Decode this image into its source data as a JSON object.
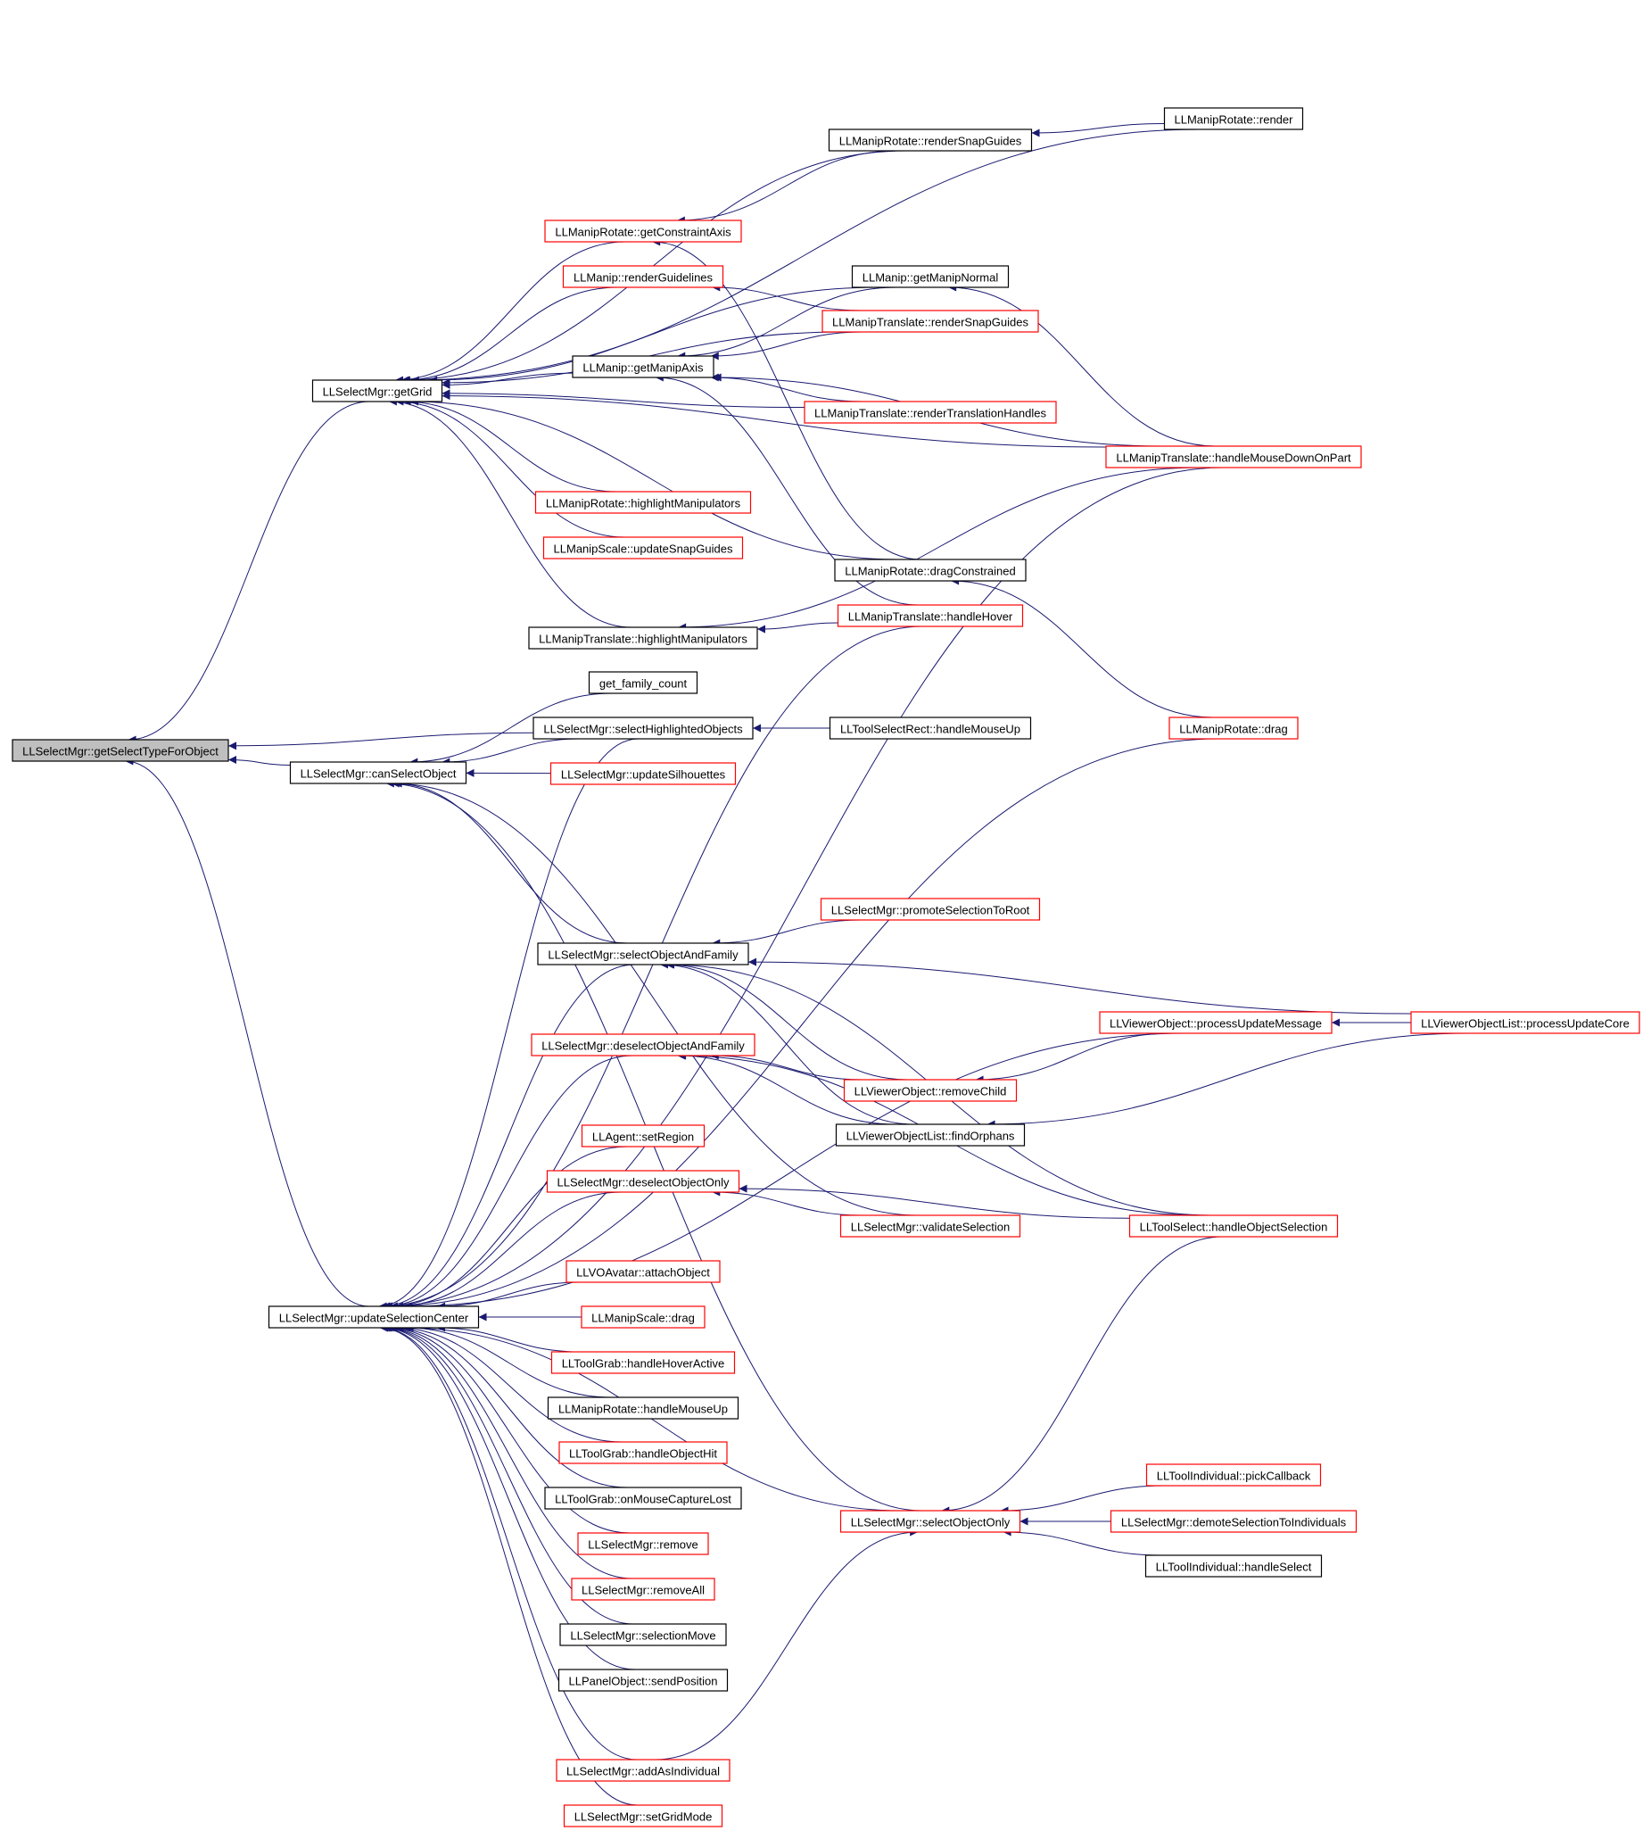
{
  "colors": {
    "edge": "#191970",
    "node_border_default": "#000000",
    "node_border_truncated": "#ff0000",
    "node_fill": "#ffffff",
    "root_fill": "#bfbfbf"
  },
  "nodes": [
    {
      "id": "root",
      "label": "LLSelectMgr::getSelectTypeForObject",
      "style": "root"
    },
    {
      "id": "getGrid",
      "label": "LLSelectMgr::getGrid",
      "style": "default"
    },
    {
      "id": "canSelectObject",
      "label": "LLSelectMgr::canSelectObject",
      "style": "default"
    },
    {
      "id": "updateSelectionCenter",
      "label": "LLSelectMgr::updateSelectionCenter",
      "style": "default"
    },
    {
      "id": "renderSnapGuidesRot",
      "label": "LLManipRotate::renderSnapGuides",
      "style": "default"
    },
    {
      "id": "renderRot",
      "label": "LLManipRotate::render",
      "style": "default"
    },
    {
      "id": "getConstraintAxis",
      "label": "LLManipRotate::getConstraintAxis",
      "style": "truncated"
    },
    {
      "id": "renderGuidelines",
      "label": "LLManip::renderGuidelines",
      "style": "truncated"
    },
    {
      "id": "getManipNormal",
      "label": "LLManip::getManipNormal",
      "style": "default"
    },
    {
      "id": "renderSnapGuidesTrans",
      "label": "LLManipTranslate::renderSnapGuides",
      "style": "truncated"
    },
    {
      "id": "getManipAxis",
      "label": "LLManip::getManipAxis",
      "style": "default"
    },
    {
      "id": "renderTranslationHandles",
      "label": "LLManipTranslate::renderTranslationHandles",
      "style": "truncated"
    },
    {
      "id": "handleMouseDownOnPart",
      "label": "LLManipTranslate::handleMouseDownOnPart",
      "style": "truncated"
    },
    {
      "id": "highlightManipRot",
      "label": "LLManipRotate::highlightManipulators",
      "style": "truncated"
    },
    {
      "id": "updateSnapGuidesScale",
      "label": "LLManipScale::updateSnapGuides",
      "style": "truncated"
    },
    {
      "id": "dragConstrained",
      "label": "LLManipRotate::dragConstrained",
      "style": "default"
    },
    {
      "id": "handleHover",
      "label": "LLManipTranslate::handleHover",
      "style": "truncated"
    },
    {
      "id": "highlightManipTrans",
      "label": "LLManipTranslate::highlightManipulators",
      "style": "default"
    },
    {
      "id": "getFamilyCount",
      "label": "get_family_count",
      "style": "default"
    },
    {
      "id": "selectHighlightedObjects",
      "label": "LLSelectMgr::selectHighlightedObjects",
      "style": "default"
    },
    {
      "id": "handleMouseUpRect",
      "label": "LLToolSelectRect::handleMouseUp",
      "style": "default"
    },
    {
      "id": "dragRot",
      "label": "LLManipRotate::drag",
      "style": "truncated"
    },
    {
      "id": "updateSilhouettes",
      "label": "LLSelectMgr::updateSilhouettes",
      "style": "truncated"
    },
    {
      "id": "promoteSelectionToRoot",
      "label": "LLSelectMgr::promoteSelectionToRoot",
      "style": "truncated"
    },
    {
      "id": "selectObjectAndFamily",
      "label": "LLSelectMgr::selectObjectAndFamily",
      "style": "default"
    },
    {
      "id": "processUpdateMessage",
      "label": "LLViewerObject::processUpdateMessage",
      "style": "truncated"
    },
    {
      "id": "processUpdateCore",
      "label": "LLViewerObjectList::processUpdateCore",
      "style": "truncated"
    },
    {
      "id": "deselectObjectAndFamily",
      "label": "LLSelectMgr::deselectObjectAndFamily",
      "style": "truncated"
    },
    {
      "id": "removeChild",
      "label": "LLViewerObject::removeChild",
      "style": "truncated"
    },
    {
      "id": "findOrphans",
      "label": "LLViewerObjectList::findOrphans",
      "style": "default"
    },
    {
      "id": "setRegion",
      "label": "LLAgent::setRegion",
      "style": "truncated"
    },
    {
      "id": "deselectObjectOnly",
      "label": "LLSelectMgr::deselectObjectOnly",
      "style": "truncated"
    },
    {
      "id": "validateSelection",
      "label": "LLSelectMgr::validateSelection",
      "style": "truncated"
    },
    {
      "id": "handleObjectSelection",
      "label": "LLToolSelect::handleObjectSelection",
      "style": "truncated"
    },
    {
      "id": "attachObject",
      "label": "LLVOAvatar::attachObject",
      "style": "truncated"
    },
    {
      "id": "dragScale",
      "label": "LLManipScale::drag",
      "style": "truncated"
    },
    {
      "id": "handleHoverActive",
      "label": "LLToolGrab::handleHoverActive",
      "style": "truncated"
    },
    {
      "id": "handleMouseUpRot",
      "label": "LLManipRotate::handleMouseUp",
      "style": "default"
    },
    {
      "id": "handleObjectHit",
      "label": "LLToolGrab::handleObjectHit",
      "style": "truncated"
    },
    {
      "id": "onMouseCaptureLost",
      "label": "LLToolGrab::onMouseCaptureLost",
      "style": "default"
    },
    {
      "id": "pickCallback",
      "label": "LLToolIndividual::pickCallback",
      "style": "truncated"
    },
    {
      "id": "selectObjectOnly",
      "label": "LLSelectMgr::selectObjectOnly",
      "style": "truncated"
    },
    {
      "id": "demoteSelectionToIndividuals",
      "label": "LLSelectMgr::demoteSelectionToIndividuals",
      "style": "truncated"
    },
    {
      "id": "remove",
      "label": "LLSelectMgr::remove",
      "style": "truncated"
    },
    {
      "id": "handleSelect",
      "label": "LLToolIndividual::handleSelect",
      "style": "default"
    },
    {
      "id": "removeAll",
      "label": "LLSelectMgr::removeAll",
      "style": "truncated"
    },
    {
      "id": "selectionMove",
      "label": "LLSelectMgr::selectionMove",
      "style": "default"
    },
    {
      "id": "sendPosition",
      "label": "LLPanelObject::sendPosition",
      "style": "default"
    },
    {
      "id": "addAsIndividual",
      "label": "LLSelectMgr::addAsIndividual",
      "style": "truncated"
    },
    {
      "id": "setGridMode",
      "label": "LLSelectMgr::setGridMode",
      "style": "truncated"
    }
  ],
  "edges": [
    [
      "getGrid",
      "root"
    ],
    [
      "canSelectObject",
      "root"
    ],
    [
      "selectHighlightedObjects",
      "root"
    ],
    [
      "updateSelectionCenter",
      "root"
    ],
    [
      "renderSnapGuidesRot",
      "getGrid"
    ],
    [
      "renderRot",
      "getGrid"
    ],
    [
      "getConstraintAxis",
      "getGrid"
    ],
    [
      "renderGuidelines",
      "getGrid"
    ],
    [
      "getManipNormal",
      "getGrid"
    ],
    [
      "renderSnapGuidesTrans",
      "getGrid"
    ],
    [
      "getManipAxis",
      "getGrid"
    ],
    [
      "renderTranslationHandles",
      "getGrid"
    ],
    [
      "handleMouseDownOnPart",
      "getGrid"
    ],
    [
      "highlightManipRot",
      "getGrid"
    ],
    [
      "updateSnapGuidesScale",
      "getGrid"
    ],
    [
      "dragConstrained",
      "getGrid"
    ],
    [
      "highlightManipTrans",
      "getGrid"
    ],
    [
      "renderRot",
      "renderSnapGuidesRot"
    ],
    [
      "renderSnapGuidesRot",
      "getConstraintAxis"
    ],
    [
      "dragConstrained",
      "getConstraintAxis"
    ],
    [
      "renderSnapGuidesTrans",
      "renderGuidelines"
    ],
    [
      "handleMouseDownOnPart",
      "getManipNormal"
    ],
    [
      "getManipNormal",
      "getManipAxis"
    ],
    [
      "renderSnapGuidesTrans",
      "getManipAxis"
    ],
    [
      "renderTranslationHandles",
      "getManipAxis"
    ],
    [
      "handleMouseDownOnPart",
      "getManipAxis"
    ],
    [
      "handleHover",
      "getManipAxis"
    ],
    [
      "dragRot",
      "dragConstrained"
    ],
    [
      "handleHover",
      "highlightManipTrans"
    ],
    [
      "handleMouseDownOnPart",
      "highlightManipTrans"
    ],
    [
      "getFamilyCount",
      "canSelectObject"
    ],
    [
      "selectHighlightedObjects",
      "canSelectObject"
    ],
    [
      "updateSilhouettes",
      "canSelectObject"
    ],
    [
      "selectObjectAndFamily",
      "canSelectObject"
    ],
    [
      "selectObjectOnly",
      "canSelectObject"
    ],
    [
      "validateSelection",
      "canSelectObject"
    ],
    [
      "handleMouseUpRect",
      "selectHighlightedObjects"
    ],
    [
      "promoteSelectionToRoot",
      "selectObjectAndFamily"
    ],
    [
      "processUpdateCore",
      "selectObjectAndFamily"
    ],
    [
      "removeChild",
      "selectObjectAndFamily"
    ],
    [
      "findOrphans",
      "selectObjectAndFamily"
    ],
    [
      "handleObjectSelection",
      "selectObjectAndFamily"
    ],
    [
      "processUpdateCore",
      "processUpdateMessage"
    ],
    [
      "processUpdateMessage",
      "removeChild"
    ],
    [
      "processUpdateCore",
      "findOrphans"
    ],
    [
      "removeChild",
      "deselectObjectAndFamily"
    ],
    [
      "findOrphans",
      "deselectObjectAndFamily"
    ],
    [
      "handleObjectSelection",
      "deselectObjectAndFamily"
    ],
    [
      "validateSelection",
      "deselectObjectOnly"
    ],
    [
      "handleObjectSelection",
      "deselectObjectOnly"
    ],
    [
      "pickCallback",
      "selectObjectOnly"
    ],
    [
      "demoteSelectionToIndividuals",
      "selectObjectOnly"
    ],
    [
      "handleSelect",
      "selectObjectOnly"
    ],
    [
      "handleObjectSelection",
      "selectObjectOnly"
    ],
    [
      "addAsIndividual",
      "selectObjectOnly"
    ],
    [
      "selectHighlightedObjects",
      "updateSelectionCenter"
    ],
    [
      "handleHover",
      "updateSelectionCenter"
    ],
    [
      "handleMouseDownOnPart",
      "updateSelectionCenter"
    ],
    [
      "dragRot",
      "updateSelectionCenter"
    ],
    [
      "selectObjectAndFamily",
      "updateSelectionCenter"
    ],
    [
      "processUpdateMessage",
      "updateSelectionCenter"
    ],
    [
      "deselectObjectAndFamily",
      "updateSelectionCenter"
    ],
    [
      "setRegion",
      "updateSelectionCenter"
    ],
    [
      "deselectObjectOnly",
      "updateSelectionCenter"
    ],
    [
      "attachObject",
      "updateSelectionCenter"
    ],
    [
      "dragScale",
      "updateSelectionCenter"
    ],
    [
      "handleHoverActive",
      "updateSelectionCenter"
    ],
    [
      "handleMouseUpRot",
      "updateSelectionCenter"
    ],
    [
      "handleObjectHit",
      "updateSelectionCenter"
    ],
    [
      "onMouseCaptureLost",
      "updateSelectionCenter"
    ],
    [
      "remove",
      "updateSelectionCenter"
    ],
    [
      "removeAll",
      "updateSelectionCenter"
    ],
    [
      "selectionMove",
      "updateSelectionCenter"
    ],
    [
      "sendPosition",
      "updateSelectionCenter"
    ],
    [
      "addAsIndividual",
      "updateSelectionCenter"
    ],
    [
      "setGridMode",
      "updateSelectionCenter"
    ],
    [
      "selectObjectOnly",
      "updateSelectionCenter"
    ]
  ]
}
